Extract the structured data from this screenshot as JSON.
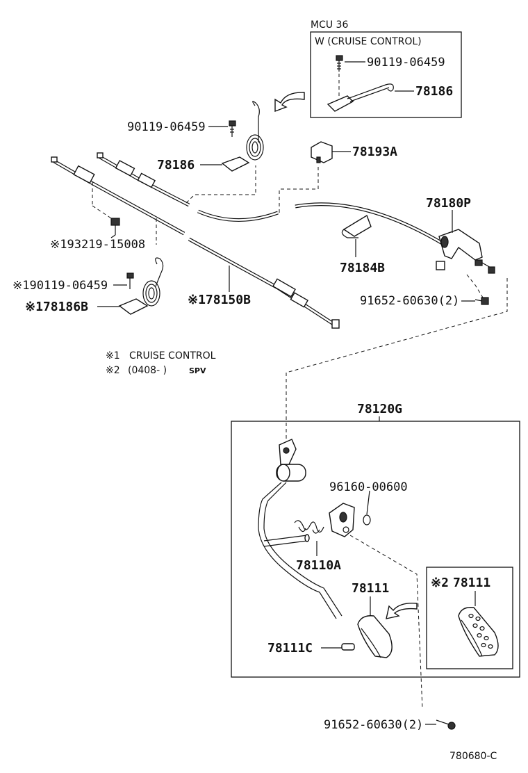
{
  "inset_top": {
    "model": "MCU 36",
    "variant": "W (CRUISE CONTROL)",
    "bolt_part": "90119-06459",
    "spring_part": "78186"
  },
  "labels": {
    "bolt_upper": "90119-06459",
    "spring_upper": "78186",
    "clip_top": "78193A",
    "lever_assy": "78180P",
    "clip_mid": "78184B",
    "bolt_note1": "※193219-15008",
    "bolt_note2": "※190119-06459",
    "spring_note": "※178186B",
    "cable_note": "※178150B",
    "bolt_lever": "91652-60630(2)",
    "pedal_assy": "78120G",
    "ring": "96160-00600",
    "spring_return": "78110A",
    "pad": "78111",
    "pad_stop": "78111C",
    "inset_pad_note": "※2",
    "inset_pad": "78111",
    "bolt_bottom": "91652-60630(2)",
    "drawing_no": "780680-C"
  },
  "notes": {
    "note1_mark": "※1",
    "note1_text": "CRUISE CONTROL",
    "note2_mark": "※2",
    "note2_text": "(0408-    )",
    "note2_tag": "SPV"
  }
}
